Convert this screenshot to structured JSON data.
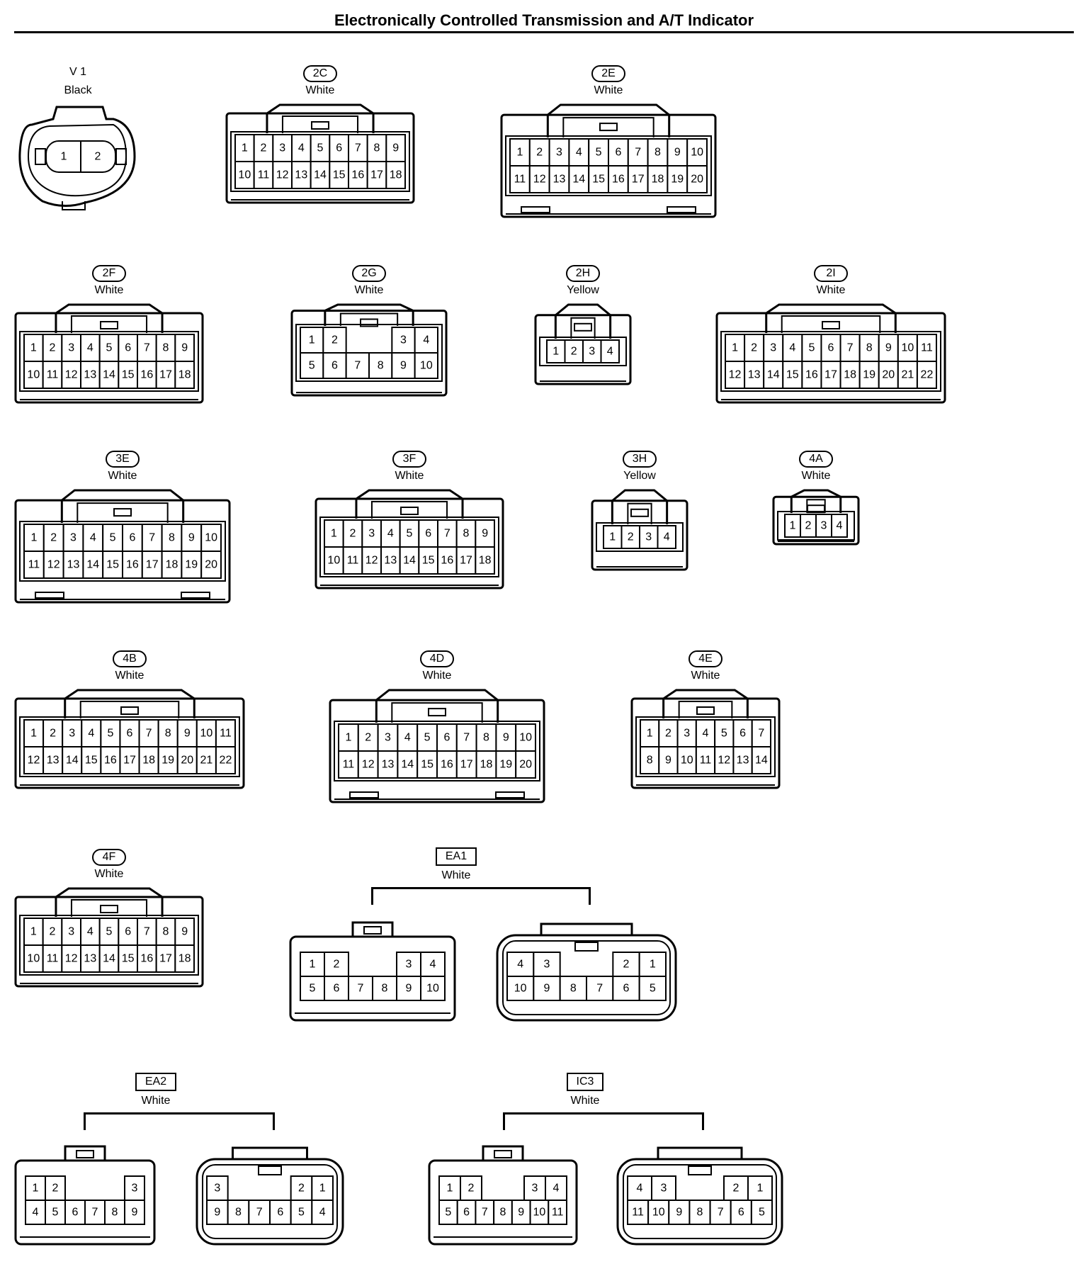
{
  "title": "Electronically Controlled Transmission and A/T Indicator",
  "connectors": [
    {
      "id": "V1",
      "code": "V 1",
      "color": "Black",
      "pins": [
        [
          "1",
          "2"
        ]
      ]
    },
    {
      "id": "2C",
      "code": "2C",
      "color": "White",
      "pins": [
        [
          "1",
          "2",
          "3",
          "4",
          "5",
          "6",
          "7",
          "8",
          "9"
        ],
        [
          "10",
          "11",
          "12",
          "13",
          "14",
          "15",
          "16",
          "17",
          "18"
        ]
      ]
    },
    {
      "id": "2E",
      "code": "2E",
      "color": "White",
      "pins": [
        [
          "1",
          "2",
          "3",
          "4",
          "5",
          "6",
          "7",
          "8",
          "9",
          "10"
        ],
        [
          "11",
          "12",
          "13",
          "14",
          "15",
          "16",
          "17",
          "18",
          "19",
          "20"
        ]
      ]
    },
    {
      "id": "2F",
      "code": "2F",
      "color": "White",
      "pins": [
        [
          "1",
          "2",
          "3",
          "4",
          "5",
          "6",
          "7",
          "8",
          "9"
        ],
        [
          "10",
          "11",
          "12",
          "13",
          "14",
          "15",
          "16",
          "17",
          "18"
        ]
      ]
    },
    {
      "id": "2G",
      "code": "2G",
      "color": "White",
      "pins": [
        [
          "1",
          "2",
          "",
          "",
          "3",
          "4"
        ],
        [
          "5",
          "6",
          "7",
          "8",
          "9",
          "10"
        ]
      ]
    },
    {
      "id": "2H",
      "code": "2H",
      "color": "Yellow",
      "pins": [
        [
          "1",
          "2",
          "3",
          "4"
        ]
      ]
    },
    {
      "id": "2I",
      "code": "2I",
      "color": "White",
      "pins": [
        [
          "1",
          "2",
          "3",
          "4",
          "5",
          "6",
          "7",
          "8",
          "9",
          "10",
          "11"
        ],
        [
          "12",
          "13",
          "14",
          "15",
          "16",
          "17",
          "18",
          "19",
          "20",
          "21",
          "22"
        ]
      ]
    },
    {
      "id": "3E",
      "code": "3E",
      "color": "White",
      "pins": [
        [
          "1",
          "2",
          "3",
          "4",
          "5",
          "6",
          "7",
          "8",
          "9",
          "10"
        ],
        [
          "11",
          "12",
          "13",
          "14",
          "15",
          "16",
          "17",
          "18",
          "19",
          "20"
        ]
      ]
    },
    {
      "id": "3F",
      "code": "3F",
      "color": "White",
      "pins": [
        [
          "1",
          "2",
          "3",
          "4",
          "5",
          "6",
          "7",
          "8",
          "9"
        ],
        [
          "10",
          "11",
          "12",
          "13",
          "14",
          "15",
          "16",
          "17",
          "18"
        ]
      ]
    },
    {
      "id": "3H",
      "code": "3H",
      "color": "Yellow",
      "pins": [
        [
          "1",
          "2",
          "3",
          "4"
        ]
      ]
    },
    {
      "id": "4A",
      "code": "4A",
      "color": "White",
      "pins": [
        [
          "1",
          "2",
          "3",
          "4"
        ]
      ]
    },
    {
      "id": "4B",
      "code": "4B",
      "color": "White",
      "pins": [
        [
          "1",
          "2",
          "3",
          "4",
          "5",
          "6",
          "7",
          "8",
          "9",
          "10",
          "11"
        ],
        [
          "12",
          "13",
          "14",
          "15",
          "16",
          "17",
          "18",
          "19",
          "20",
          "21",
          "22"
        ]
      ]
    },
    {
      "id": "4D",
      "code": "4D",
      "color": "White",
      "pins": [
        [
          "1",
          "2",
          "3",
          "4",
          "5",
          "6",
          "7",
          "8",
          "9",
          "10"
        ],
        [
          "11",
          "12",
          "13",
          "14",
          "15",
          "16",
          "17",
          "18",
          "19",
          "20"
        ]
      ]
    },
    {
      "id": "4E",
      "code": "4E",
      "color": "White",
      "pins": [
        [
          "1",
          "2",
          "3",
          "4",
          "5",
          "6",
          "7"
        ],
        [
          "8",
          "9",
          "10",
          "11",
          "12",
          "13",
          "14"
        ]
      ]
    },
    {
      "id": "4F",
      "code": "4F",
      "color": "White",
      "pins": [
        [
          "1",
          "2",
          "3",
          "4",
          "5",
          "6",
          "7",
          "8",
          "9"
        ],
        [
          "10",
          "11",
          "12",
          "13",
          "14",
          "15",
          "16",
          "17",
          "18"
        ]
      ]
    }
  ],
  "groups": [
    {
      "id": "EA1",
      "code": "EA1",
      "color": "White",
      "male": {
        "pins": [
          [
            "1",
            "2",
            "",
            "",
            "3",
            "4"
          ],
          [
            "5",
            "6",
            "7",
            "8",
            "9",
            "10"
          ]
        ]
      },
      "female": {
        "pins": [
          [
            "4",
            "3",
            "",
            "",
            "2",
            "1"
          ],
          [
            "10",
            "9",
            "8",
            "7",
            "6",
            "5"
          ]
        ]
      }
    },
    {
      "id": "EA2",
      "code": "EA2",
      "color": "White",
      "male": {
        "pins": [
          [
            "1",
            "2",
            "",
            "",
            "",
            "3"
          ],
          [
            "4",
            "5",
            "6",
            "7",
            "8",
            "9"
          ]
        ]
      },
      "female": {
        "pins": [
          [
            "3",
            "",
            "",
            "",
            "2",
            "1"
          ],
          [
            "9",
            "8",
            "7",
            "6",
            "5",
            "4"
          ]
        ]
      }
    },
    {
      "id": "IC3",
      "code": "IC3",
      "color": "White",
      "male": {
        "pins": [
          [
            "1",
            "2",
            "",
            "",
            "3",
            "4"
          ],
          [
            "5",
            "6",
            "7",
            "8",
            "9",
            "10",
            "11"
          ]
        ]
      },
      "female": {
        "pins": [
          [
            "4",
            "3",
            "",
            "",
            "2",
            "1"
          ],
          [
            "11",
            "10",
            "9",
            "8",
            "7",
            "6",
            "5"
          ]
        ]
      }
    }
  ]
}
